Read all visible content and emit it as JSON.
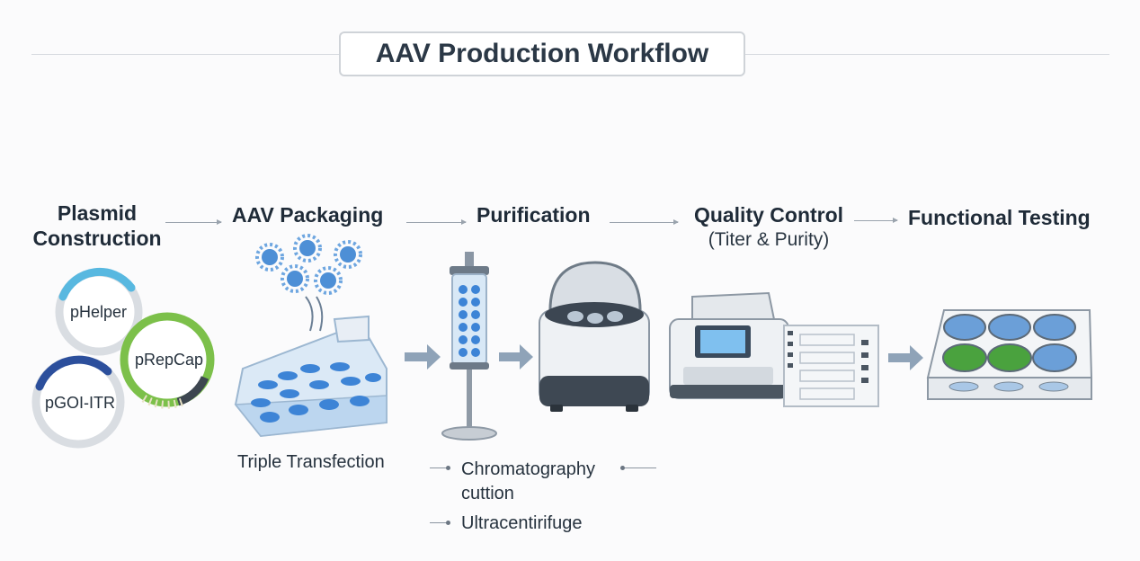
{
  "title": "AAV Production Workflow",
  "steps": [
    {
      "label_line1": "Plasmid",
      "label_line2": "Construction"
    },
    {
      "label": "AAV Packaging"
    },
    {
      "label": "Purification"
    },
    {
      "label": "Quality Control",
      "sublabel": "(Titer & Purity)"
    },
    {
      "label": "Functional Testing"
    }
  ],
  "plasmids": [
    "pHelper",
    "pRepCap",
    "pGOI-ITR"
  ],
  "captions": {
    "packaging": "Triple Transfection",
    "purification_1": "Chromatography",
    "purification_1b": "cuttion",
    "purification_2": "Ultracentirifuge"
  },
  "colors": {
    "arrow": "#8fa3b8",
    "accent_blue": "#3a7fd0",
    "accent_green": "#6ab440",
    "plasmid_helper": "#58b8e0",
    "plasmid_repcap": "#7cc04a",
    "plasmid_goi": "#2c4f9c"
  }
}
